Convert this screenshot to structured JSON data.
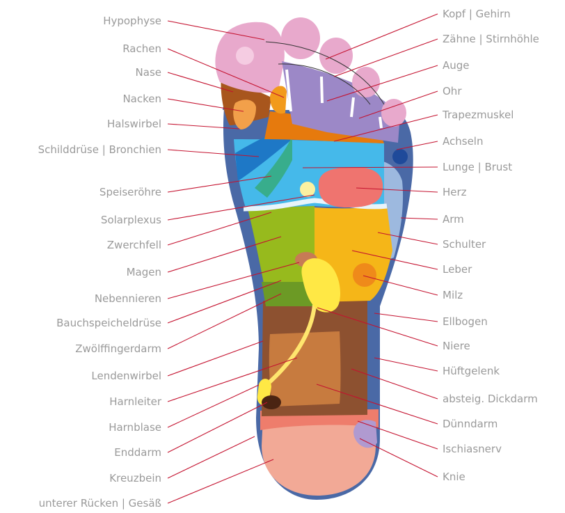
{
  "left_labels": [
    {
      "text": "Hypophyse"
    },
    {
      "text": "Rachen"
    },
    {
      "text": "Nase"
    },
    {
      "text": "Nacken"
    },
    {
      "text": "Halswirbel"
    },
    {
      "text": "Schilddrüse | Bronchien"
    },
    {
      "text": "Speiseröhre"
    },
    {
      "text": "Solarplexus"
    },
    {
      "text": "Zwerchfell"
    },
    {
      "text": "Magen"
    },
    {
      "text": "Nebennieren"
    },
    {
      "text": "Bauchspeicheldrüse"
    },
    {
      "text": "Zwölffingerdarm"
    },
    {
      "text": "Lendenwirbel"
    },
    {
      "text": "Harnleiter"
    },
    {
      "text": "Harnblase"
    },
    {
      "text": "Enddarm"
    },
    {
      "text": "Kreuzbein"
    },
    {
      "text": "unterer Rücken | Gesäß"
    }
  ],
  "right_labels": [
    {
      "text": "Kopf | Gehirn"
    },
    {
      "text": "Zähne | Stirnhöhle"
    },
    {
      "text": "Auge"
    },
    {
      "text": "Ohr"
    },
    {
      "text": "Trapezmuskel"
    },
    {
      "text": "Achseln"
    },
    {
      "text": "Lunge | Brust"
    },
    {
      "text": "Herz"
    },
    {
      "text": "Arm"
    },
    {
      "text": "Schulter"
    },
    {
      "text": "Leber"
    },
    {
      "text": "Milz"
    },
    {
      "text": "Ellbogen"
    },
    {
      "text": "Niere"
    },
    {
      "text": "Hüftgelenk"
    },
    {
      "text": "absteig. Dickdarm"
    },
    {
      "text": "Dünndarm"
    },
    {
      "text": "Ischiasnerv"
    },
    {
      "text": "Knie"
    }
  ]
}
